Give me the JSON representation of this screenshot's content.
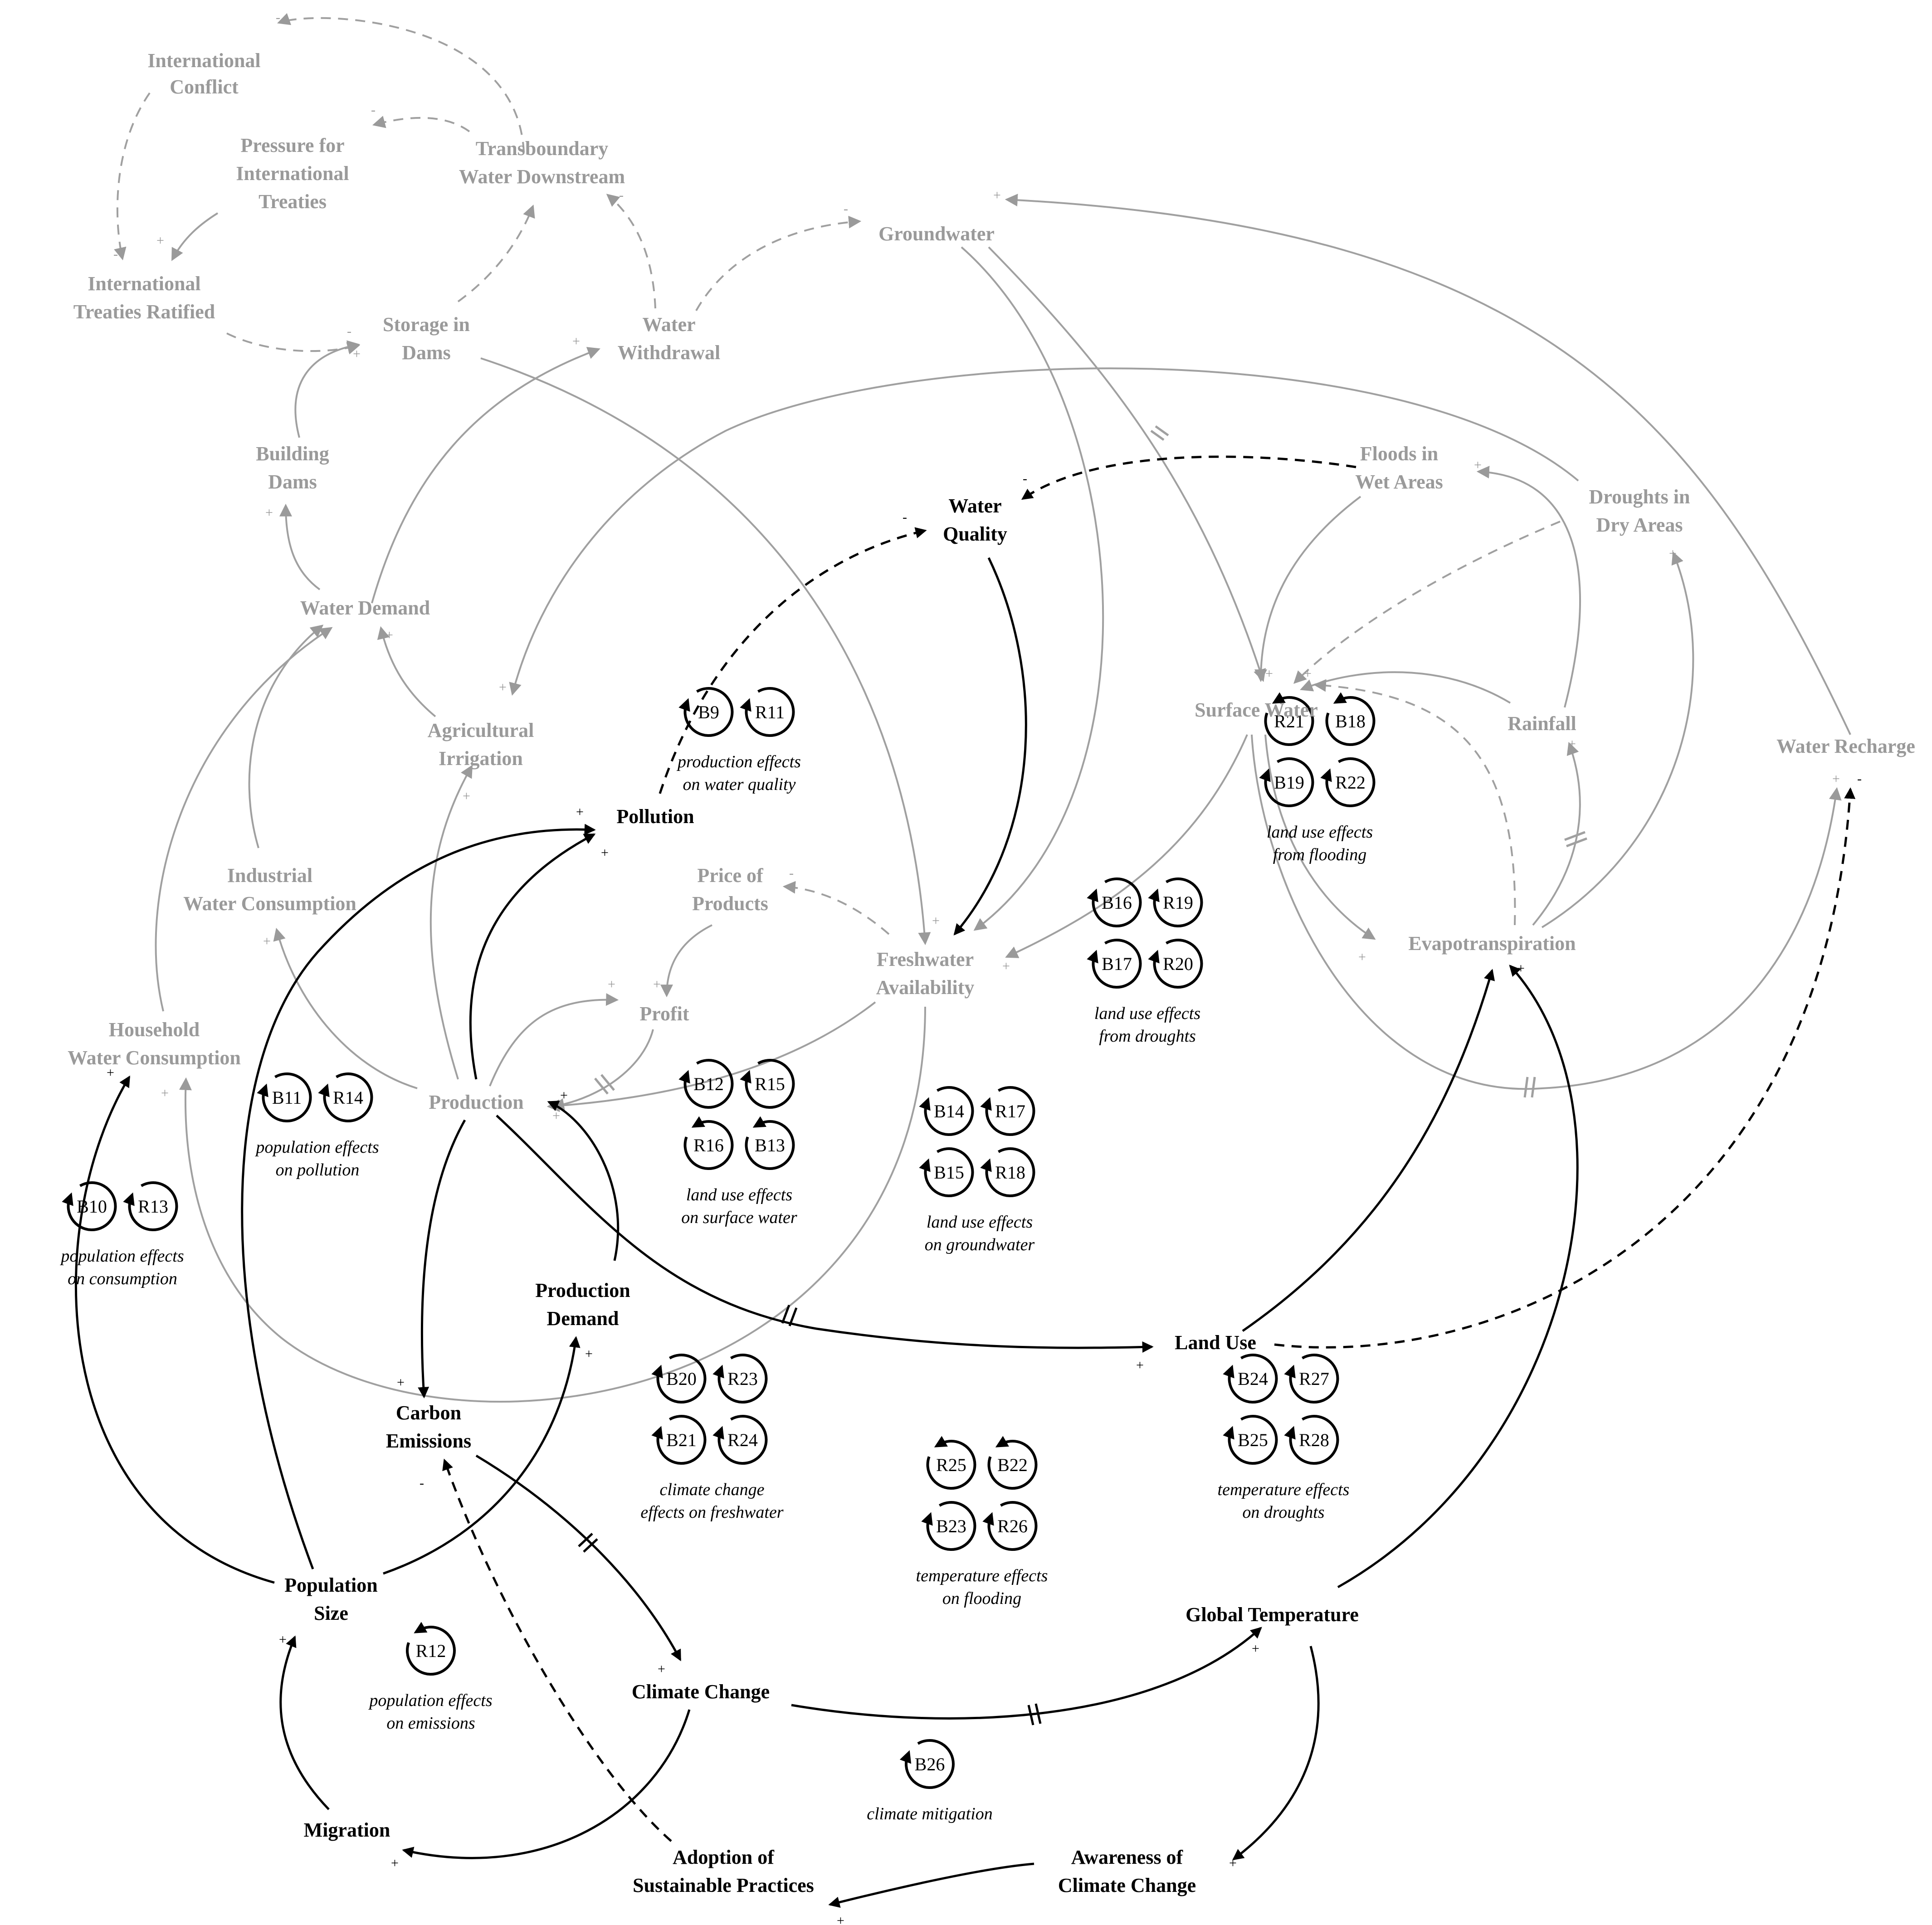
{
  "colors": {
    "strong": "#000000",
    "soft": "#9a9a9a",
    "background": "#ffffff"
  },
  "nodes": {
    "international_conflict": [
      "International",
      "Conflict"
    ],
    "pressure_treaties": [
      "Pressure for",
      "International",
      "Treaties"
    ],
    "transboundary_water": [
      "Transboundary",
      "Water Downstream"
    ],
    "treaties_ratified": [
      "International",
      "Treaties Ratified"
    ],
    "storage_in_dams": [
      "Storage in",
      "Dams"
    ],
    "water_withdrawal": [
      "Water",
      "Withdrawal"
    ],
    "groundwater": [
      "Groundwater"
    ],
    "building_dams": [
      "Building",
      "Dams"
    ],
    "water_demand": [
      "Water Demand"
    ],
    "floods_wet_areas": [
      "Floods in",
      "Wet Areas"
    ],
    "droughts_dry_areas": [
      "Droughts in",
      "Dry Areas"
    ],
    "water_quality": [
      "Water",
      "Quality"
    ],
    "agricultural_irrigation": [
      "Agricultural",
      "Irrigation"
    ],
    "surface_water": [
      "Surface Water"
    ],
    "rainfall": [
      "Rainfall"
    ],
    "water_recharge": [
      "Water Recharge"
    ],
    "pollution": [
      "Pollution"
    ],
    "industrial_water": [
      "Industrial",
      "Water Consumption"
    ],
    "price_of_products": [
      "Price of",
      "Products"
    ],
    "freshwater_availability": [
      "Freshwater",
      "Availability"
    ],
    "evapotranspiration": [
      "Evapotranspiration"
    ],
    "profit": [
      "Profit"
    ],
    "household_water": [
      "Household",
      "Water Consumption"
    ],
    "production": [
      "Production"
    ],
    "production_demand": [
      "Production",
      "Demand"
    ],
    "land_use": [
      "Land Use"
    ],
    "carbon_emissions": [
      "Carbon",
      "Emissions"
    ],
    "population_size": [
      "Population",
      "Size"
    ],
    "global_temperature": [
      "Global Temperature"
    ],
    "climate_change": [
      "Climate Change"
    ],
    "migration": [
      "Migration"
    ],
    "adoption_sustainable": [
      "Adoption of",
      "Sustainable Practices"
    ],
    "awareness_climate": [
      "Awareness of",
      "Climate Change"
    ]
  },
  "loop_groups": [
    {
      "id": "water-quality-loops",
      "loops": [
        "B9",
        "R11"
      ],
      "caption": [
        "production effects",
        "on water quality"
      ]
    },
    {
      "id": "flooding-land-use-loops",
      "loops": [
        "R21",
        "B18",
        "B19",
        "R22"
      ],
      "caption": [
        "land use effects",
        "from flooding"
      ]
    },
    {
      "id": "drought-land-use-loops",
      "loops": [
        "B16",
        "R19",
        "B17",
        "R20"
      ],
      "caption": [
        "land use effects",
        "from droughts"
      ]
    },
    {
      "id": "surface-water-loops",
      "loops": [
        "B12",
        "R15",
        "R16",
        "B13"
      ],
      "caption": [
        "land use effects",
        "on surface water"
      ]
    },
    {
      "id": "groundwater-loops",
      "loops": [
        "B14",
        "R17",
        "B15",
        "R18"
      ],
      "caption": [
        "land use effects",
        "on groundwater"
      ]
    },
    {
      "id": "pollution-loops",
      "loops": [
        "B11",
        "R14"
      ],
      "caption": [
        "population effects",
        "on pollution"
      ]
    },
    {
      "id": "consumption-loops",
      "loops": [
        "B10",
        "R13"
      ],
      "caption": [
        "population effects",
        "on consumption"
      ]
    },
    {
      "id": "freshwater-climate-loops",
      "loops": [
        "B20",
        "R23",
        "B21",
        "R24"
      ],
      "caption": [
        "climate change",
        "effects on freshwater"
      ]
    },
    {
      "id": "flooding-temperature-loops",
      "loops": [
        "R25",
        "B22",
        "B23",
        "R26"
      ],
      "caption": [
        "temperature effects",
        "on flooding"
      ]
    },
    {
      "id": "drought-temperature-loops",
      "loops": [
        "B24",
        "R27",
        "B25",
        "R28"
      ],
      "caption": [
        "temperature effects",
        "on droughts"
      ]
    },
    {
      "id": "emissions-loops",
      "loops": [
        "R12"
      ],
      "caption": [
        "population effects",
        "on emissions"
      ]
    },
    {
      "id": "mitigation-loops",
      "loops": [
        "B26"
      ],
      "caption": [
        "climate mitigation"
      ]
    }
  ],
  "polarity_marks": {
    "positive": "+",
    "negative": "-"
  }
}
